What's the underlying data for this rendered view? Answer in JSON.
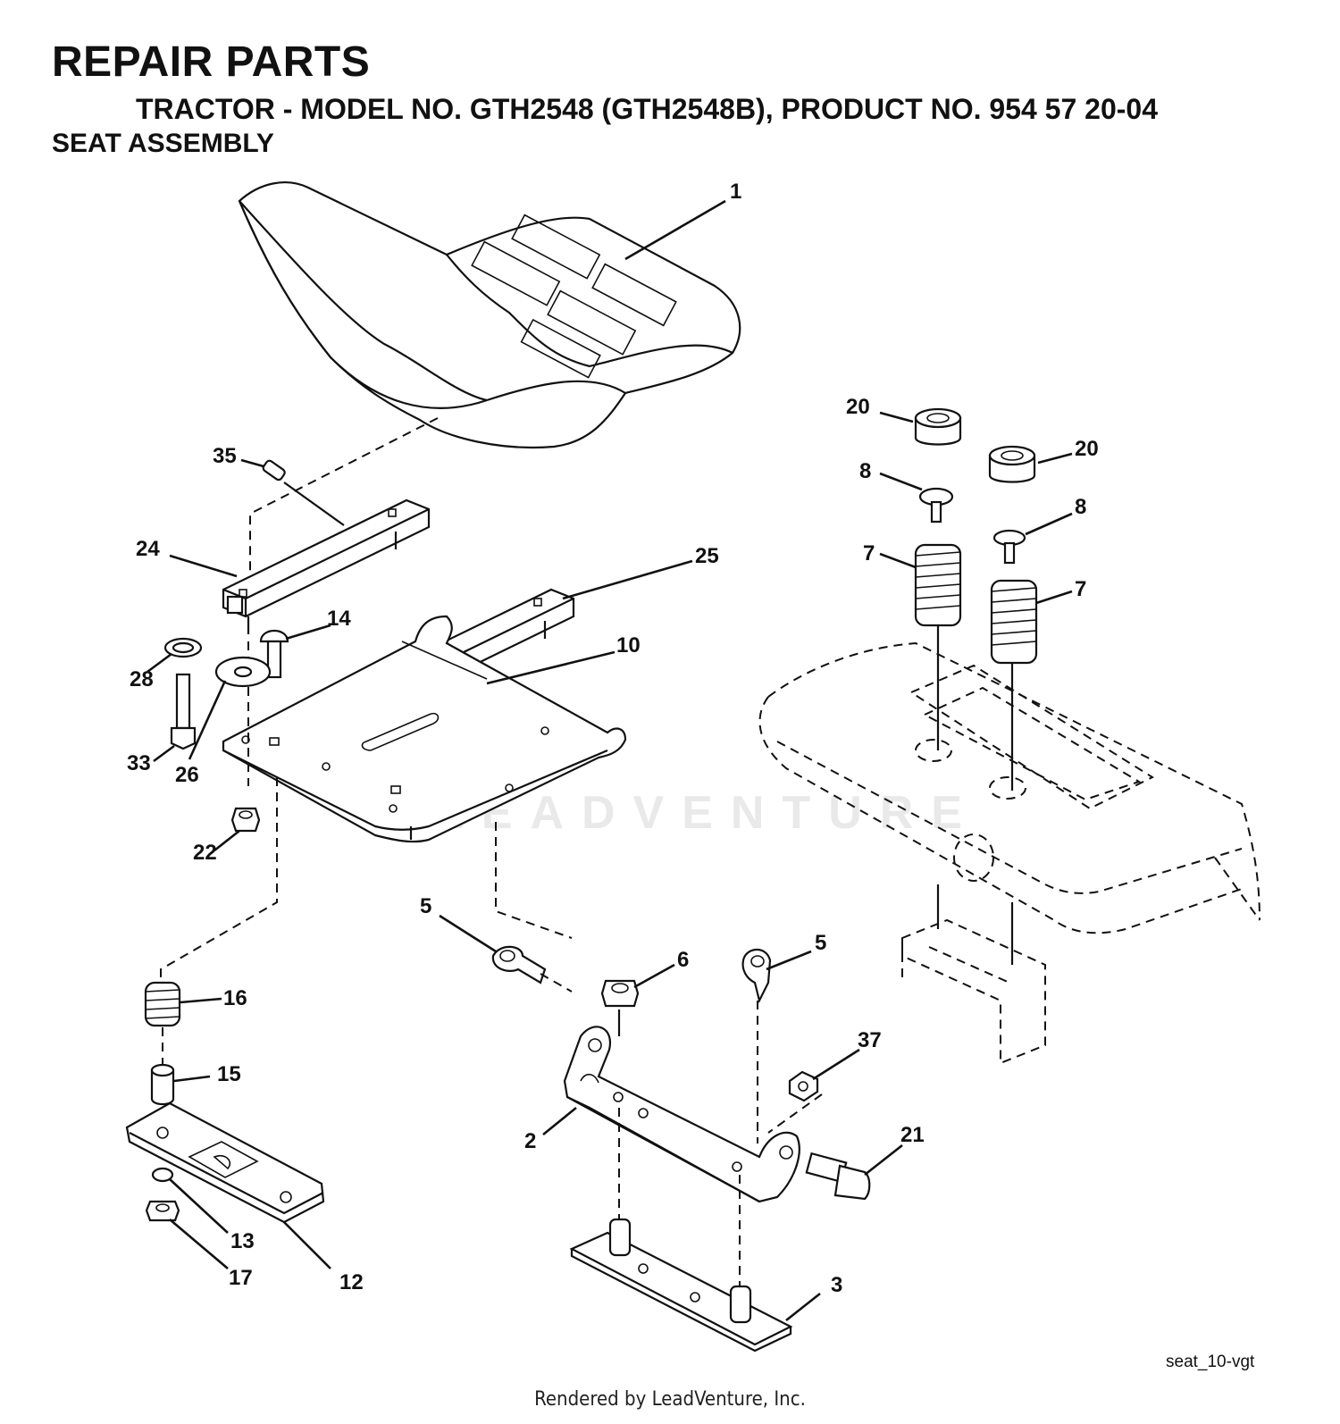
{
  "header": {
    "title": "REPAIR PARTS",
    "subtitle": "TRACTOR - MODEL NO. GTH2548 (GTH2548B), PRODUCT NO. 954 57 20-04",
    "section": "SEAT ASSEMBLY"
  },
  "diagram_code": "seat_10-vgt",
  "credit": "Rendered by LeadVenture, Inc.",
  "watermark": "LEADVENTURE",
  "callouts": [
    {
      "id": "c1",
      "label": "1"
    },
    {
      "id": "c20a",
      "label": "20"
    },
    {
      "id": "c20b",
      "label": "20"
    },
    {
      "id": "c8a",
      "label": "8"
    },
    {
      "id": "c8b",
      "label": "8"
    },
    {
      "id": "c7a",
      "label": "7"
    },
    {
      "id": "c7b",
      "label": "7"
    },
    {
      "id": "c35",
      "label": "35"
    },
    {
      "id": "c24",
      "label": "24"
    },
    {
      "id": "c25",
      "label": "25"
    },
    {
      "id": "c14",
      "label": "14"
    },
    {
      "id": "c10",
      "label": "10"
    },
    {
      "id": "c28",
      "label": "28"
    },
    {
      "id": "c33",
      "label": "33"
    },
    {
      "id": "c26",
      "label": "26"
    },
    {
      "id": "c22",
      "label": "22"
    },
    {
      "id": "c5a",
      "label": "5"
    },
    {
      "id": "c5b",
      "label": "5"
    },
    {
      "id": "c6",
      "label": "6"
    },
    {
      "id": "c16",
      "label": "16"
    },
    {
      "id": "c15",
      "label": "15"
    },
    {
      "id": "c37",
      "label": "37"
    },
    {
      "id": "c21",
      "label": "21"
    },
    {
      "id": "c2",
      "label": "2"
    },
    {
      "id": "c13",
      "label": "13"
    },
    {
      "id": "c17",
      "label": "17"
    },
    {
      "id": "c12",
      "label": "12"
    },
    {
      "id": "c3",
      "label": "3"
    }
  ]
}
